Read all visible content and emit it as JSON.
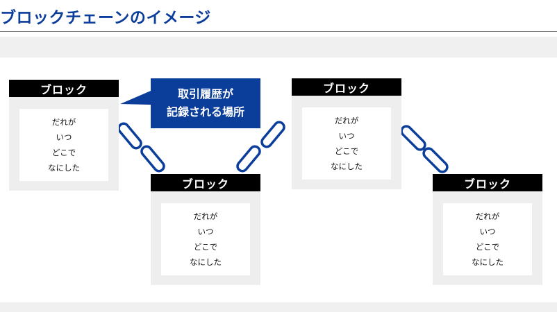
{
  "title": "ブロックチェーンのイメージ",
  "callout": {
    "line1": "取引履歴が",
    "line2": "記録される場所"
  },
  "blocks": [
    {
      "label": "ブロック",
      "lines": [
        "だれが",
        "いつ",
        "どこで",
        "なにした"
      ]
    },
    {
      "label": "ブロック",
      "lines": [
        "だれが",
        "いつ",
        "どこで",
        "なにした"
      ]
    },
    {
      "label": "ブロック",
      "lines": [
        "だれが",
        "いつ",
        "どこで",
        "なにした"
      ]
    },
    {
      "label": "ブロック",
      "lines": [
        "だれが",
        "いつ",
        "どこで",
        "なにした"
      ]
    }
  ],
  "colors": {
    "accent": "#0b3d9a",
    "header": "#000000",
    "block_frame": "#eeeeee",
    "link": "#0b3d9a"
  },
  "icons": {
    "link": "chain-link-icon"
  }
}
